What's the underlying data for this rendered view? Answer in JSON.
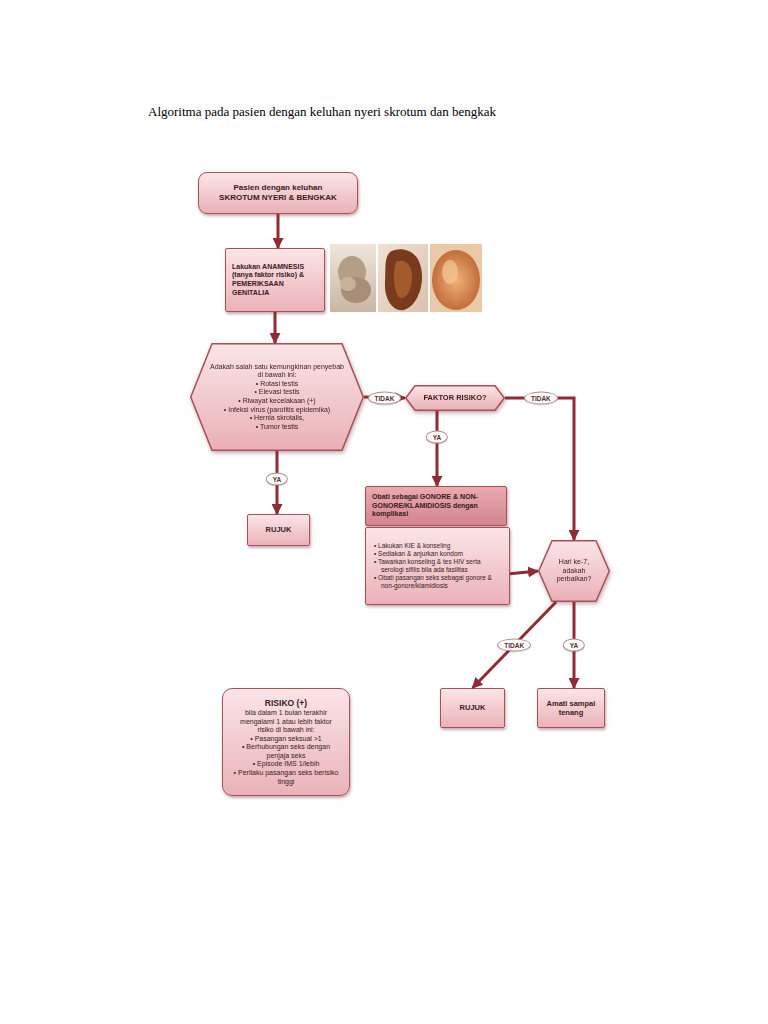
{
  "diagram": {
    "title": "Algoritma pada pasien dengan keluhan nyeri skrotum dan bengkak",
    "nodes": [
      {
        "text": [
          "Pasien dengan keluhan SKROTUM NYERI & BENGKAK"
        ]
      },
      {
        "text": [
          "Lakukan ANAMNESIS (tanya faktor risiko) & PEMERIKSAAN GENITALIA"
        ]
      },
      {
        "text": [
          "Adakah salah satu kemungkinan penyebab di bawah ini:",
          "• Rotasi testis",
          "• Elevasi testis",
          "• Riwayat kecelakaan (+)",
          "• Infeksi virus (parotitis epidemika)",
          "• Hernia skrotalis,",
          "• Tumor testis"
        ]
      },
      {
        "text": [
          "FAKTOR RISIKO?"
        ]
      },
      {
        "text": [
          "RUJUK"
        ]
      },
      {
        "text": [
          "Obati sebagai GONORE & NON-GONORE/KLAMIDIOSIS dengan komplikasi"
        ]
      },
      {
        "text": [
          "• Lakukan KIE & konseling",
          "• Sediakan & anjurkan kondom",
          "• Tawarkan konseling & tes HIV serta serologi sifilis bila ada fasilitas",
          "• Obati pasangan seks sebagai gonore & non-gonore/klamidiosis"
        ]
      },
      {
        "text": [
          "Hari ke-7, adakah perbaikan?"
        ]
      },
      {
        "text": [
          "RUJUK"
        ]
      },
      {
        "text": [
          "Amati sampai tenang"
        ]
      },
      {
        "text": [
          "RISIKO (+)",
          "bila dalam 1 bulan terakhir mengalami 1 atau lebih faktor risiko di bawah ini:",
          "• Pasangan seksual >1",
          "• Berhubungan seks dengan penjaja seks",
          "• Episode IMS 1/lebih",
          "• Perilaku pasangan seks berisiko tinggi"
        ]
      }
    ],
    "edges": [
      {
        "from": 0,
        "to": 1,
        "arrow": "to"
      },
      {
        "from": 1,
        "to": 2,
        "arrow": "to"
      },
      {
        "from": 2,
        "to": 4,
        "label": "YA",
        "arrow": "to"
      },
      {
        "from": 2,
        "to": 3,
        "label": "TIDAK",
        "arrow": "to"
      },
      {
        "from": 3,
        "to": 5,
        "label": "YA",
        "arrow": "to"
      },
      {
        "from": 3,
        "to": 7,
        "label": "TIDAK",
        "arrow": "to"
      },
      {
        "from": 6,
        "to": 7,
        "arrow": "to"
      },
      {
        "from": 7,
        "to": 8,
        "label": "TIDAK",
        "arrow": "to"
      },
      {
        "from": 7,
        "to": 9,
        "label": "YA",
        "arrow": "to"
      }
    ]
  }
}
